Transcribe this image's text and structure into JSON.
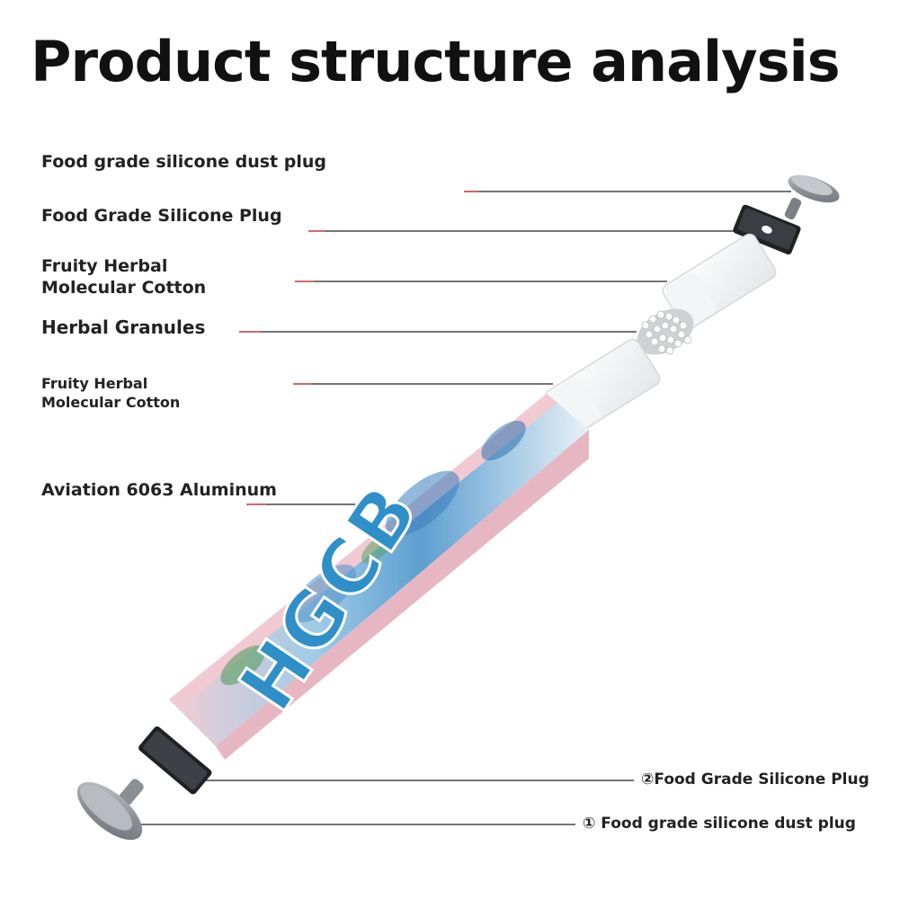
{
  "title": "Product structure analysis",
  "labels": {
    "dust_plug_top": "Food grade silicone dust plug",
    "silicone_plug_top": "Food Grade Silicone Plug",
    "cotton_top_line1": "Fruity Herbal",
    "cotton_top_line2": "Molecular Cotton",
    "granules": "Herbal Granules",
    "cotton_bottom_line1": "Fruity Herbal",
    "cotton_bottom_line2": "Molecular Cotton",
    "aluminum": "Aviation 6063 Aluminum",
    "silicone_plug_bottom": "②Food Grade Silicone Plug",
    "dust_plug_bottom": "① Food grade silicone dust plug"
  },
  "product": {
    "logo_text": "HGCB"
  },
  "colors": {
    "leader_line": "#222222",
    "leader_accent": "#d94a4a",
    "tube_pink": "#efc6cf",
    "tube_blue": "#7ab8dd",
    "plug_gray": "#8f959c"
  }
}
